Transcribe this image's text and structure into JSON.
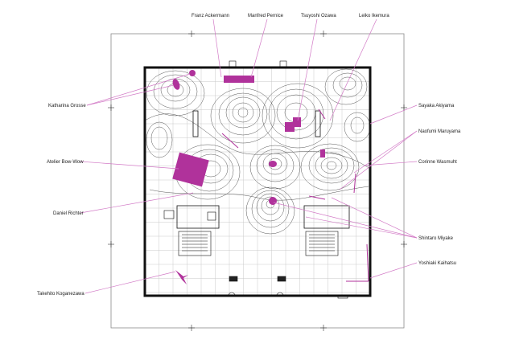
{
  "colors": {
    "accent": "#b0329b",
    "accent_line": "#d27ac6",
    "contour": "#555555",
    "wall": "#111111",
    "grid": "#c9c9c9",
    "border": "#8a8a8a"
  },
  "labels": {
    "franz_ackermann": "Franz Ackermann",
    "manfred_pernice": "Manfred Pernice",
    "tsuyoshi_ozawa": "Tsuyoshi Ozawa",
    "leiko_ikemura": "Leiko Ikemura",
    "katharina_grosse": "Katharina Grosse",
    "sayaka_akiyama": "Sayaka Akiyama",
    "naofumi_maruyama": "Naofumi Maruyama",
    "atelier_bow_wow": "Atelier Bow-Wow",
    "corinne_wasmuht": "Corinne Wasmuht",
    "daniel_richter": "Daniel Richter",
    "shintaro_miyake": "Shintaro Miyake",
    "yoshiaki_kaihatsu": "Yoshiaki Kaihatsu",
    "takehito_koganezawa": "Takehito Koganezawa"
  }
}
